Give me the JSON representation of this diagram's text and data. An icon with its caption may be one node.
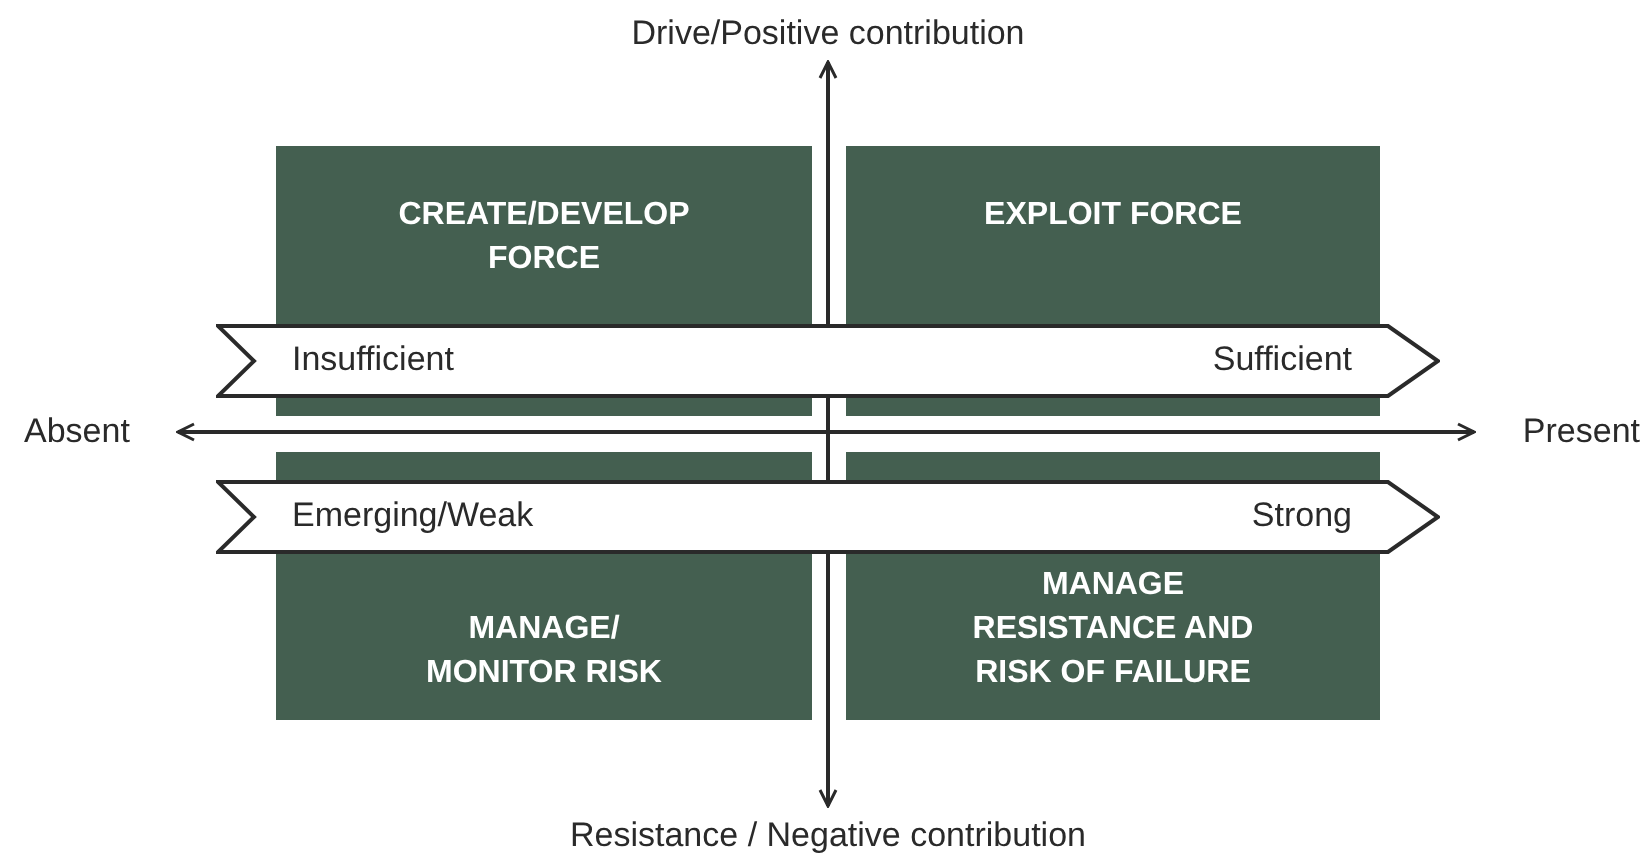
{
  "diagram": {
    "nodes": [
      {
        "text": [
          "CREATE/DEVELOP FORCE"
        ]
      },
      {
        "text": [
          "EXPLOIT FORCE"
        ]
      },
      {
        "text": [
          "Insufficient",
          "Sufficient"
        ]
      },
      {
        "text": [
          "Emerging/Weak",
          "Strong"
        ]
      },
      {
        "text": [
          "MANAGE/ MONITOR RISK"
        ]
      },
      {
        "text": [
          "MANAGE RESISTANCE AND RISK OF FAILURE"
        ]
      },
      {
        "text": [],
        "shape": "bar"
      },
      {
        "text": [],
        "shape": "bar"
      },
      {
        "text": [],
        "shape": "bar"
      },
      {
        "text": [],
        "shape": "bar"
      }
    ],
    "edges": [],
    "labels": [
      "Drive/Positive contribution",
      "Absent",
      "Present",
      "Resistance / Negative contribution"
    ]
  }
}
